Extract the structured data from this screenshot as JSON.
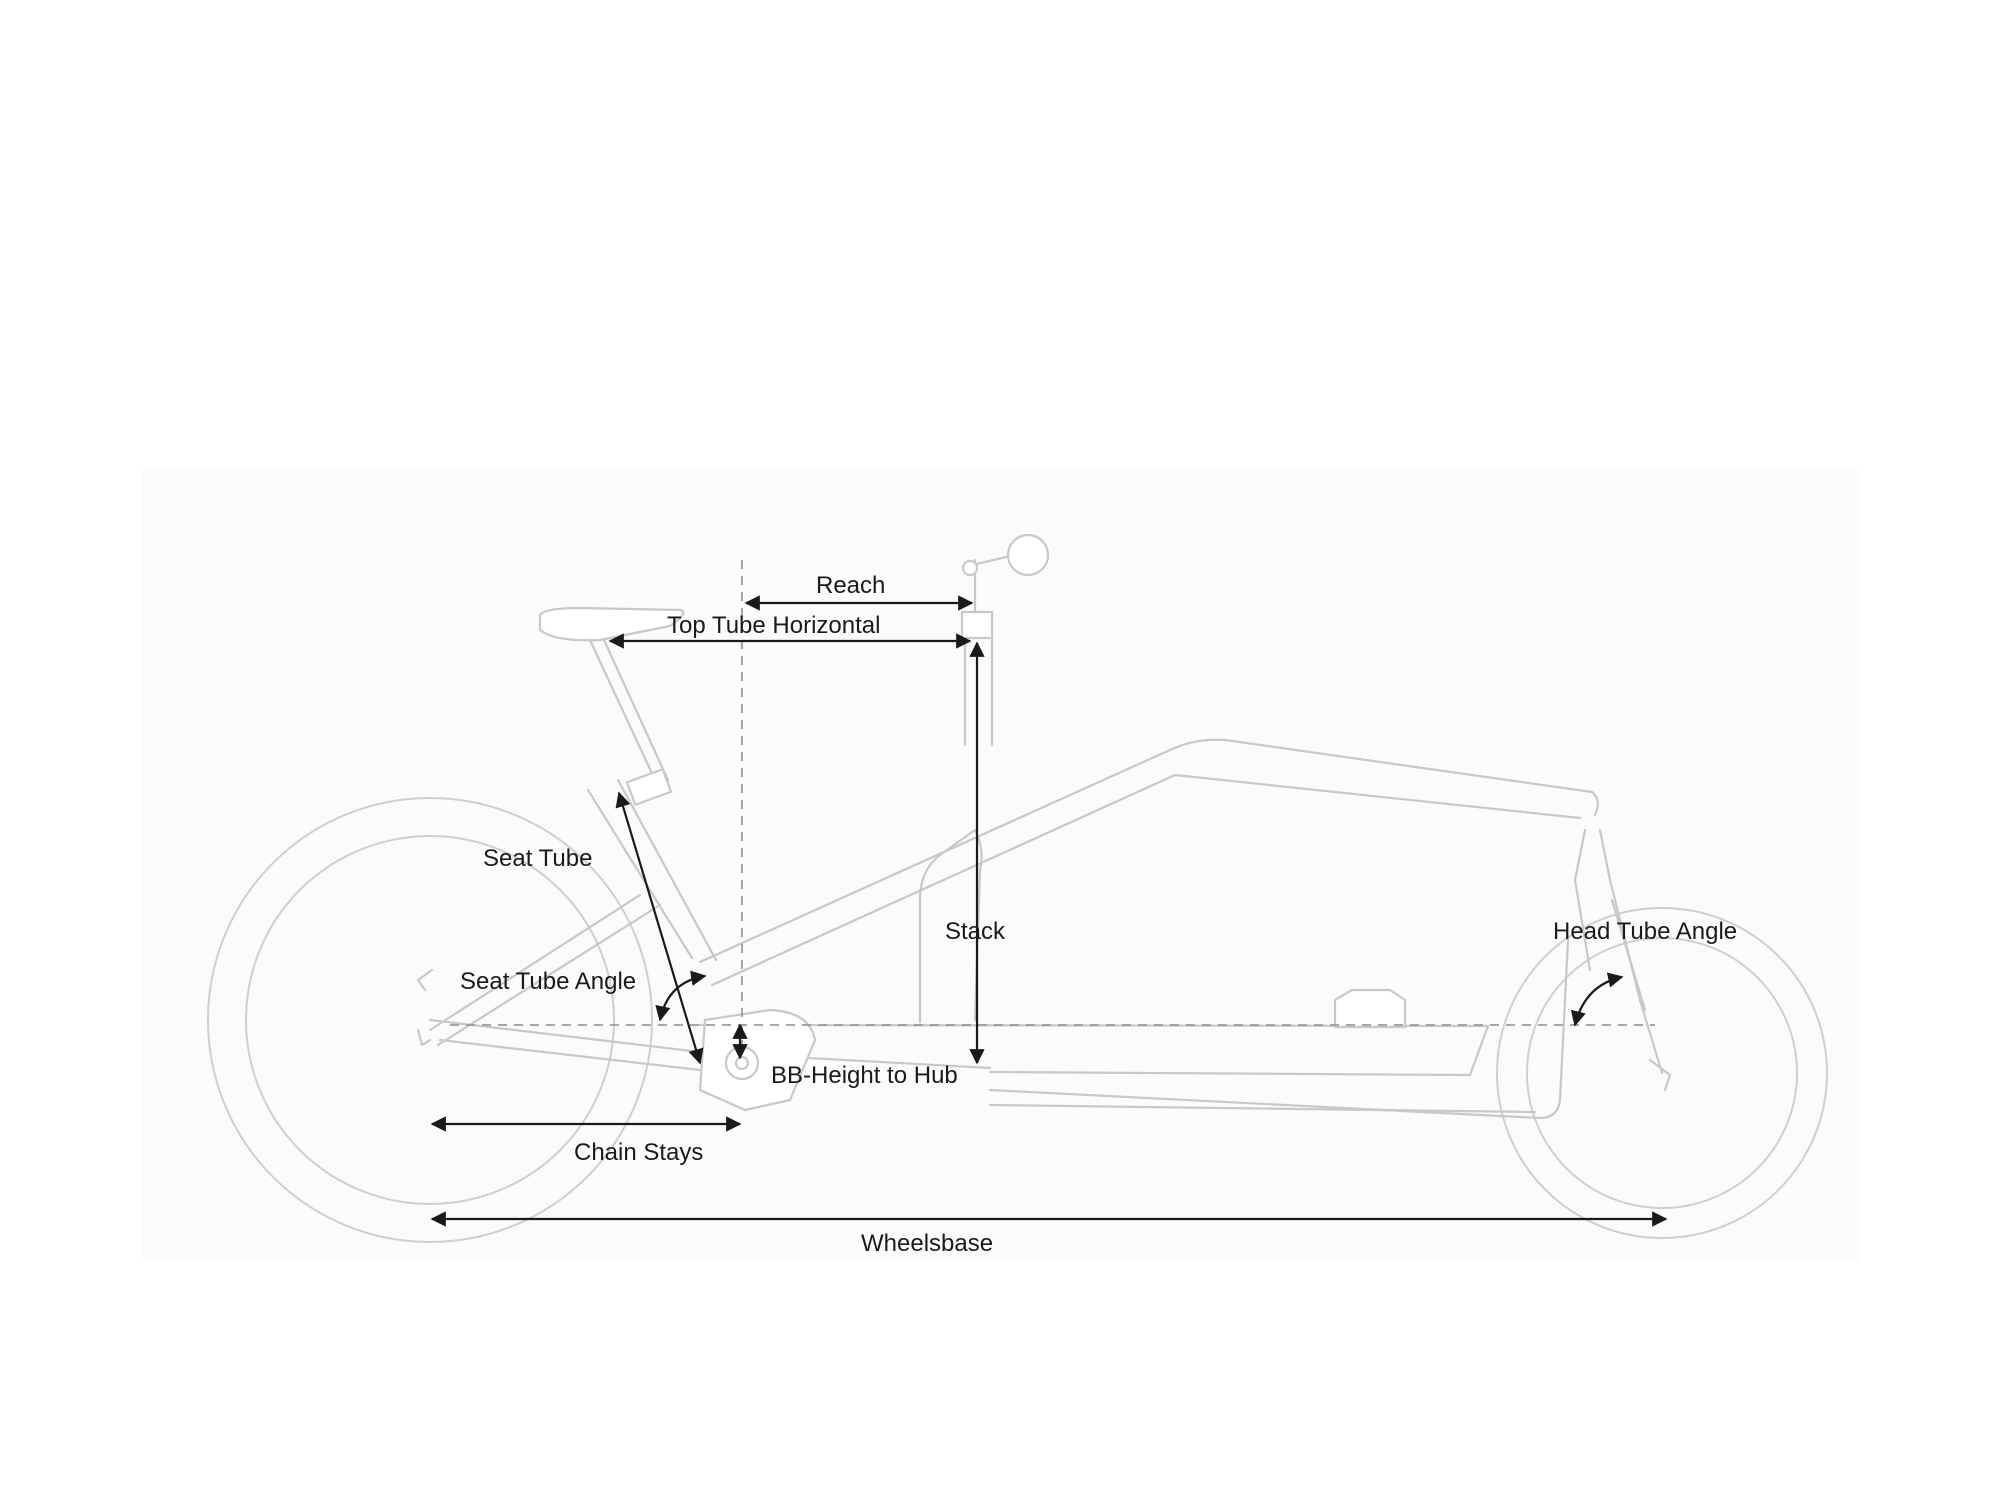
{
  "labels": {
    "reach": "Reach",
    "top_tube_horizontal": "Top Tube Horizontal",
    "seat_tube": "Seat Tube",
    "seat_tube_angle": "Seat Tube Angle",
    "stack": "Stack",
    "head_tube_angle": "Head Tube Angle",
    "bb_height_to_hub": "BB-Height to Hub",
    "chain_stays": "Chain Stays",
    "wheelbase": "Wheelsbase"
  },
  "colors": {
    "frame_line": "#c8c8c8",
    "dimension_line": "#1a1a1a",
    "reference_line": "#9a9a9a",
    "background_panel": "#fbfbfb"
  }
}
